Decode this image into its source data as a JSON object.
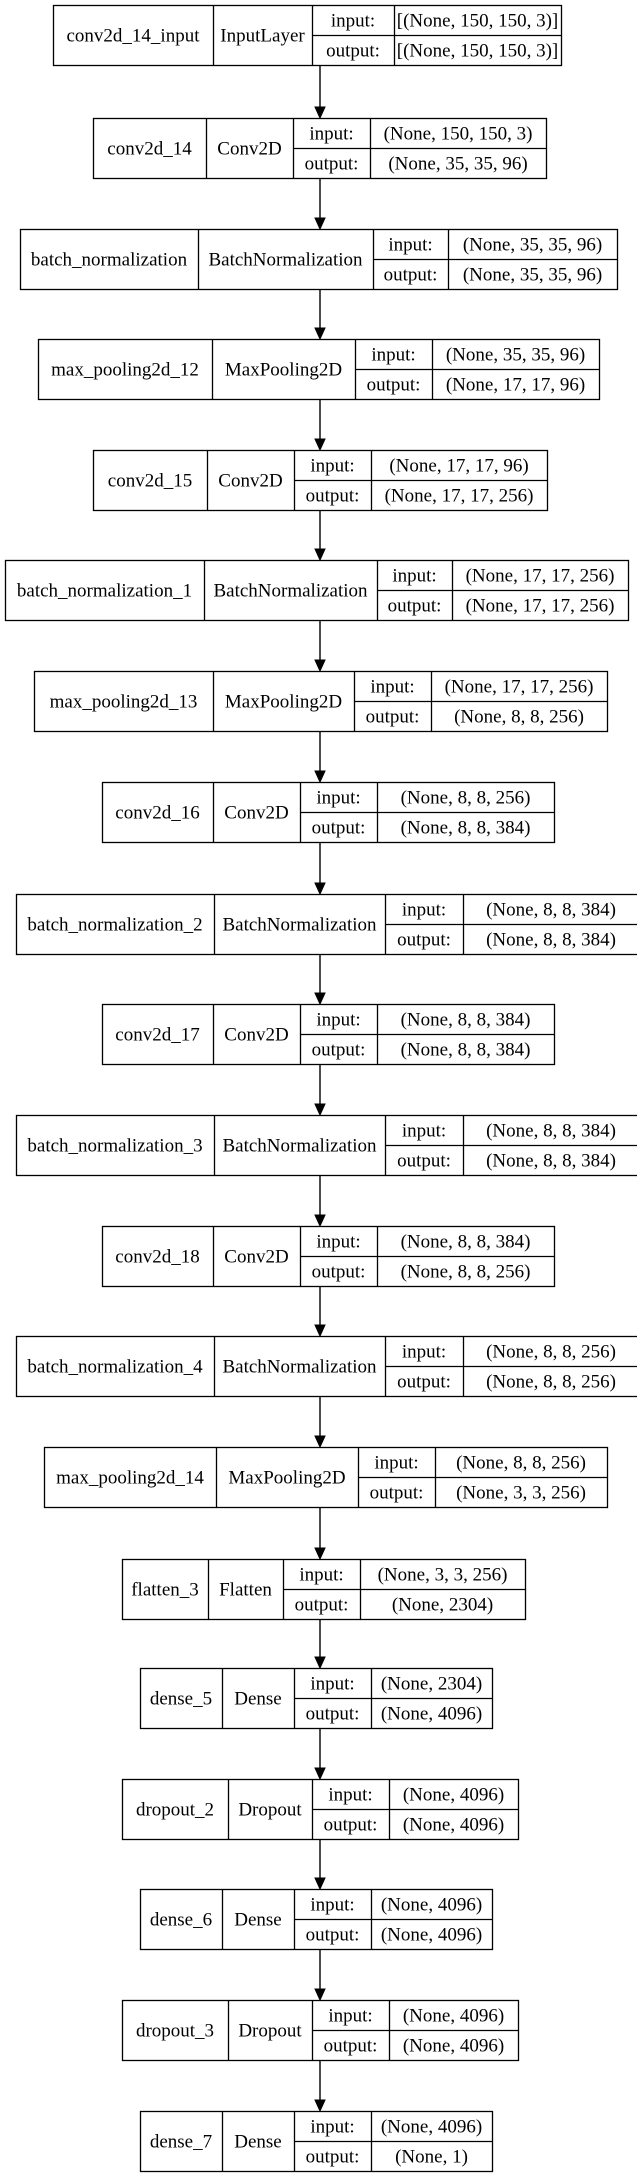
{
  "diagram": {
    "port_labels": {
      "input": "input:",
      "output": "output:"
    },
    "layers": [
      {
        "name": "conv2d_14_input",
        "type": "InputLayer",
        "input": "[(None, 150, 150, 3)]",
        "output": "[(None, 150, 150, 3)]"
      },
      {
        "name": "conv2d_14",
        "type": "Conv2D",
        "input": "(None, 150, 150, 3)",
        "output": "(None, 35, 35, 96)"
      },
      {
        "name": "batch_normalization",
        "type": "BatchNormalization",
        "input": "(None, 35, 35, 96)",
        "output": "(None, 35, 35, 96)"
      },
      {
        "name": "max_pooling2d_12",
        "type": "MaxPooling2D",
        "input": "(None, 35, 35, 96)",
        "output": "(None, 17, 17, 96)"
      },
      {
        "name": "conv2d_15",
        "type": "Conv2D",
        "input": "(None, 17, 17, 96)",
        "output": "(None, 17, 17, 256)"
      },
      {
        "name": "batch_normalization_1",
        "type": "BatchNormalization",
        "input": "(None, 17, 17, 256)",
        "output": "(None, 17, 17, 256)"
      },
      {
        "name": "max_pooling2d_13",
        "type": "MaxPooling2D",
        "input": "(None, 17, 17, 256)",
        "output": "(None, 8, 8, 256)"
      },
      {
        "name": "conv2d_16",
        "type": "Conv2D",
        "input": "(None, 8, 8, 256)",
        "output": "(None, 8, 8, 384)"
      },
      {
        "name": "batch_normalization_2",
        "type": "BatchNormalization",
        "input": "(None, 8, 8, 384)",
        "output": "(None, 8, 8, 384)"
      },
      {
        "name": "conv2d_17",
        "type": "Conv2D",
        "input": "(None, 8, 8, 384)",
        "output": "(None, 8, 8, 384)"
      },
      {
        "name": "batch_normalization_3",
        "type": "BatchNormalization",
        "input": "(None, 8, 8, 384)",
        "output": "(None, 8, 8, 384)"
      },
      {
        "name": "conv2d_18",
        "type": "Conv2D",
        "input": "(None, 8, 8, 384)",
        "output": "(None, 8, 8, 256)"
      },
      {
        "name": "batch_normalization_4",
        "type": "BatchNormalization",
        "input": "(None, 8, 8, 256)",
        "output": "(None, 8, 8, 256)"
      },
      {
        "name": "max_pooling2d_14",
        "type": "MaxPooling2D",
        "input": "(None, 8, 8, 256)",
        "output": "(None, 3, 3, 256)"
      },
      {
        "name": "flatten_3",
        "type": "Flatten",
        "input": "(None, 3, 3, 256)",
        "output": "(None, 2304)"
      },
      {
        "name": "dense_5",
        "type": "Dense",
        "input": "(None, 2304)",
        "output": "(None, 4096)"
      },
      {
        "name": "dropout_2",
        "type": "Dropout",
        "input": "(None, 4096)",
        "output": "(None, 4096)"
      },
      {
        "name": "dense_6",
        "type": "Dense",
        "input": "(None, 4096)",
        "output": "(None, 4096)"
      },
      {
        "name": "dropout_3",
        "type": "Dropout",
        "input": "(None, 4096)",
        "output": "(None, 4096)"
      },
      {
        "name": "dense_7",
        "type": "Dense",
        "input": "(None, 4096)",
        "output": "(None, 1)"
      }
    ]
  }
}
